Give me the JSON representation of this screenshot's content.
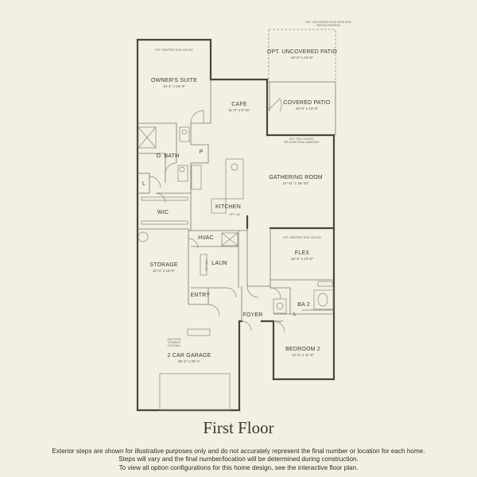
{
  "title": "First Floor",
  "disclaimer": [
    "Exterior steps are shown for illustrative purposes only and do not accurately represent the final number or location for each home.",
    "Steps will vary and the final number/location will be determined during construction.",
    "To view all option configurations for this home design, see the interactive floor plan."
  ],
  "rooms": {
    "owners_suite": {
      "name": "OWNER'S SUITE",
      "dims": "14'-1\" x 16'-0\"",
      "note": "OPT. DROPPED TRAY CEILING"
    },
    "cafe": {
      "name": "CAFE",
      "dims": "11'-0\" x 9'-11\""
    },
    "opt_patio": {
      "name": "OPT. UNCOVERED PATIO",
      "dims": "10'-0\" x 10'-0\"",
      "note1": "OPT. UNCOVERED ROOF ESTE SIDE",
      "note2": "RATION GARDENS"
    },
    "covered_patio": {
      "name": "COVERED PATIO",
      "dims": "15'-0\" x 10'-0\""
    },
    "o_bath": {
      "name": "O. BATH"
    },
    "p": {
      "name": "P"
    },
    "l1": {
      "name": "L"
    },
    "gathering": {
      "name": "GATHERING ROOM",
      "dims": "12'-11\" x 18'-10\"",
      "note1": "OPT. TRAY CEILING",
      "note2": "SEE ADDITIONAL WINDOWS"
    },
    "wic": {
      "name": "WIC"
    },
    "kitchen": {
      "name": "KITCHEN",
      "note": "OPT. 4/8"
    },
    "storage": {
      "name": "STORAGE",
      "dims": "10'-0\" x 15'-0\""
    },
    "hvac": {
      "name": "HVAC"
    },
    "laun": {
      "name": "LAUN",
      "note": "OPT. W.H."
    },
    "flex": {
      "name": "FLEX",
      "dims": "12'-2\" x 10'-0\"",
      "note": "OPT. DROPPED TRAY CEILING"
    },
    "entry": {
      "name": "ENTRY"
    },
    "ba2": {
      "name": "BA 2"
    },
    "l2": {
      "name": "L"
    },
    "foyer": {
      "name": "FOYER"
    },
    "garage": {
      "name": "2 CAR GARAGE",
      "dims": "20'-1\" x 20'-1\"",
      "note1": "GAS FIXED",
      "note2": "STORAGE",
      "note3": "OPTIONAL"
    },
    "bedroom2": {
      "name": "BEDROOM 2",
      "dims": "12'-2\" x 11'-0\""
    }
  }
}
